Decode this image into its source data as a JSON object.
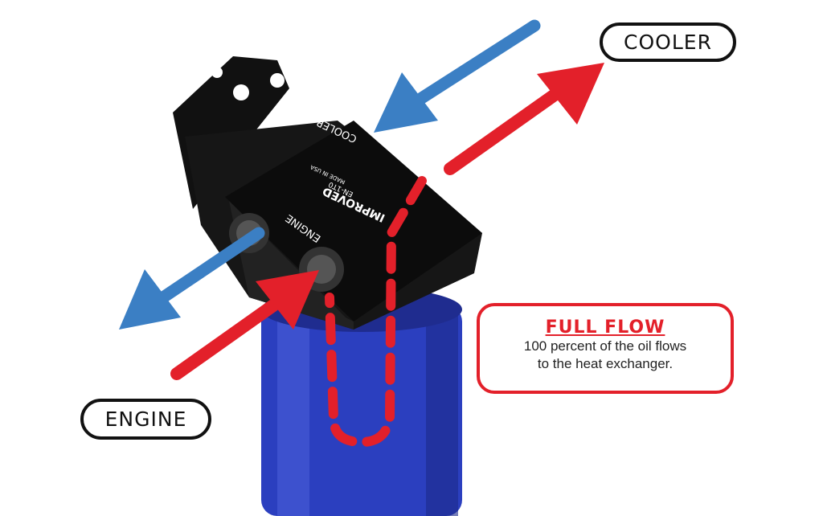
{
  "labels": {
    "cooler": "COOLER",
    "engine": "ENGINE"
  },
  "callout": {
    "title": "FULL FLOW",
    "line1": "100 percent of the oil flows",
    "line2": "to the heat exchanger."
  },
  "product_marking": {
    "brand": "IMPROVED",
    "model": "EN-1T0",
    "origin": "MADE IN USA",
    "port_cooler": "COOLER",
    "port_engine": "ENGINE"
  },
  "colors": {
    "inflow": "#e3202a",
    "outflow": "#3b7fc4",
    "filter": "#2b3fbf",
    "head": "#111111"
  }
}
